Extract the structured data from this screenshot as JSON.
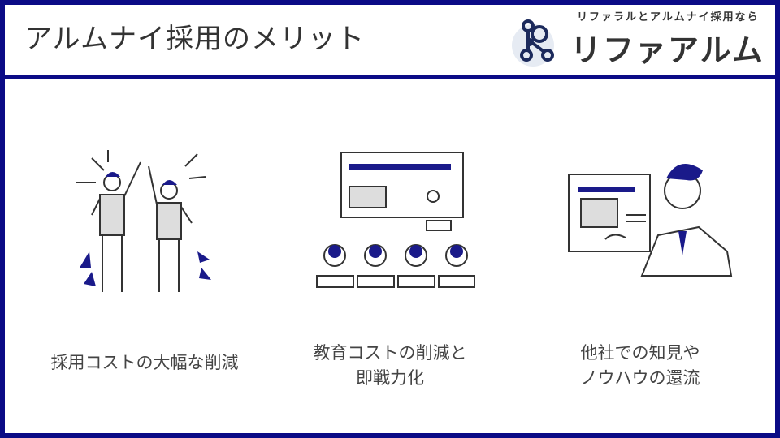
{
  "header": {
    "title": "アルムナイ採用のメリット",
    "logo": {
      "tagline": "リファラルとアルムナイ採用なら",
      "name": "リファアルム"
    }
  },
  "benefits": [
    {
      "icon": "celebrating-people-icon",
      "line1": "採用コストの大幅な削減",
      "line2": ""
    },
    {
      "icon": "training-seminar-icon",
      "line1": "教育コストの削減と",
      "line2": "即戦力化"
    },
    {
      "icon": "presenter-knowledge-icon",
      "line1": "他社での知見や",
      "line2": "ノウハウの還流"
    }
  ],
  "colors": {
    "accent": "#0b0b86",
    "text": "#333333"
  }
}
